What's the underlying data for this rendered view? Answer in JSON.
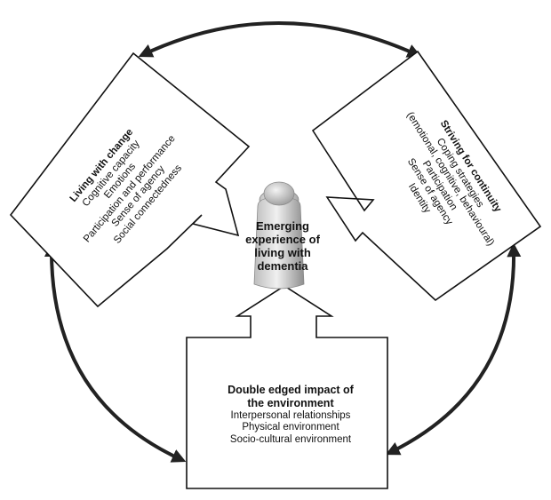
{
  "diagram": {
    "left_box": {
      "title": "Living with change",
      "items": [
        "Cognitive capacity",
        "Emotions",
        "Participation and performance",
        "Sense of agency",
        "Social connectedness"
      ]
    },
    "right_box": {
      "title": "Striving for continuity",
      "items": [
        "Coping strategies",
        "(emotional, cognitive, behavioural)",
        "Participation",
        "Sense of agency",
        "Identity"
      ]
    },
    "center": {
      "lines": [
        "Emerging",
        "experience of",
        "living with",
        "dementia"
      ]
    },
    "bottom_box": {
      "title_lines": [
        "Double edged impact of",
        "the environment"
      ],
      "items": [
        "Interpersonal relationships",
        "Physical environment",
        "Socio-cultural environment"
      ]
    },
    "colors": {
      "stroke": "#111111",
      "fill": "#ffffff",
      "figure_light": "#e6e6e6",
      "figure_dark": "#9a9a9a"
    }
  }
}
